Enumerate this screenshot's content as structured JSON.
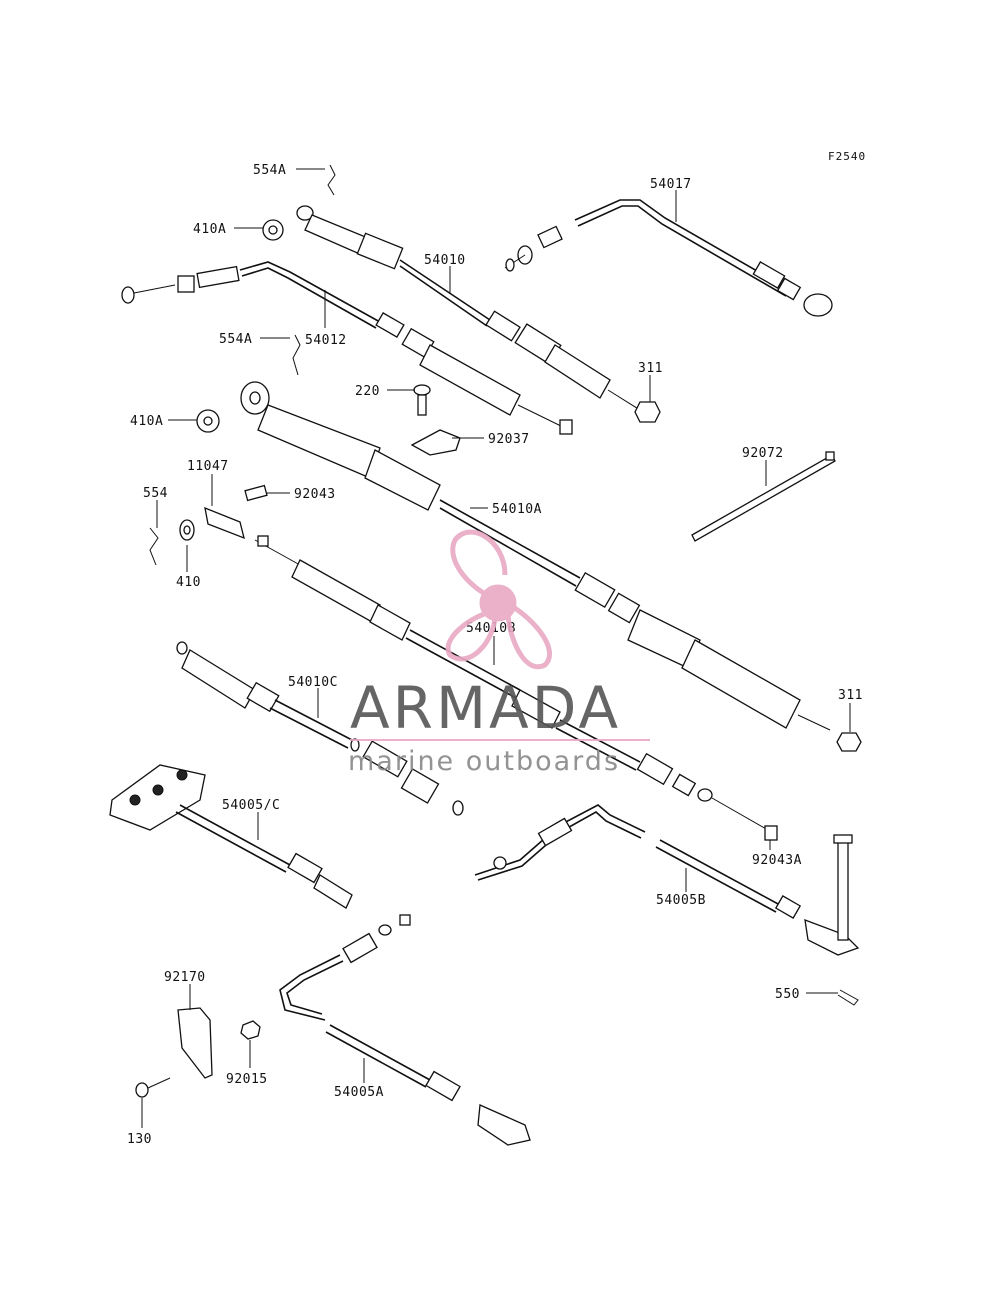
{
  "figure_code": "F2540",
  "labels": {
    "554A_top": "554A",
    "410A_top": "410A",
    "54017": "54017",
    "54010": "54010",
    "554A_mid": "554A",
    "54012": "54012",
    "311_top": "311",
    "220": "220",
    "410A_mid": "410A",
    "92037": "92037",
    "92072": "92072",
    "11047": "11047",
    "92043": "92043",
    "554": "554",
    "54010A": "54010A",
    "410": "410",
    "54010B": "54010B",
    "54010C": "54010C",
    "311_bottom": "311",
    "54005C": "54005/C",
    "92043A": "92043A",
    "54005B": "54005B",
    "92170": "92170",
    "550": "550",
    "92015": "92015",
    "54005A": "54005A",
    "130": "130"
  },
  "watermark": {
    "brand": "ARMADA",
    "tagline": "marine outboards",
    "logo_color": "#e8a9c4",
    "text_color": "#555555"
  }
}
